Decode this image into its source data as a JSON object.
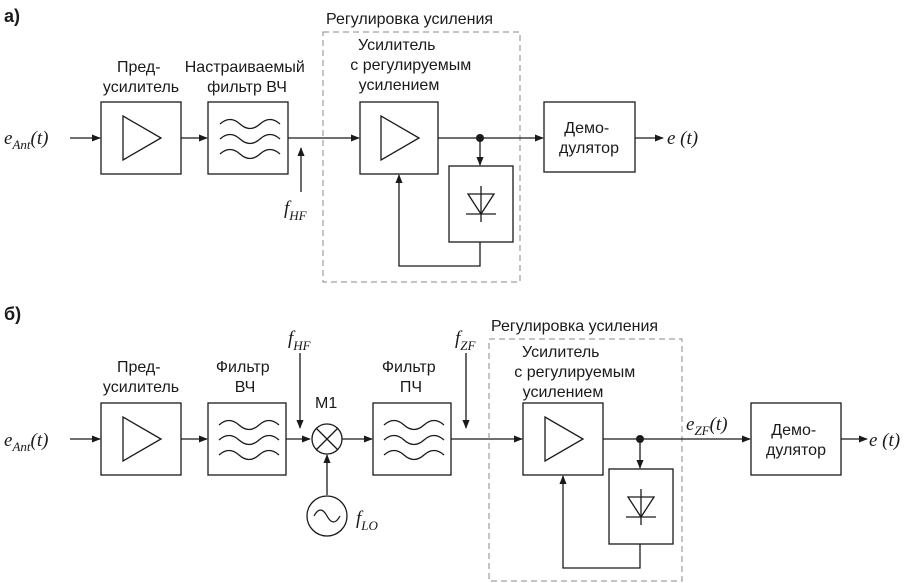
{
  "panel_a": {
    "label": "а)",
    "input": "e_Ant(t)",
    "output": "e (t)",
    "preamp": [
      "Пред-",
      "усилитель"
    ],
    "filter": [
      "Настраиваемый",
      "фильтр ВЧ"
    ],
    "gain_control": "Регулировка усиления",
    "vga": [
      "Усилитель",
      "с регулируемым",
      "усилением"
    ],
    "demod": [
      "Демо-",
      "дулятор"
    ],
    "f_tune": "f_HF"
  },
  "panel_b": {
    "label": "б)",
    "input": "e_Ant(t)",
    "output": "e (t)",
    "preamp": [
      "Пред-",
      "усилитель"
    ],
    "filter_hf": [
      "Фильтр",
      "ВЧ"
    ],
    "mixer": "М1",
    "filter_if": [
      "Фильтр",
      "ПЧ"
    ],
    "gain_control": "Регулировка усиления",
    "vga": [
      "Усилитель",
      "с регулируемым",
      "усилением"
    ],
    "demod": [
      "Демо-",
      "дулятор"
    ],
    "f_hf": "f_HF",
    "f_zf": "f_ZF",
    "f_lo": "f_LO",
    "e_zf": "e_ZF(t)"
  },
  "colors": {
    "ink": "#1a1a1a",
    "dashed": "#8a8a8a"
  },
  "icons": [
    "amplifier-icon",
    "filter-icon",
    "diode-icon",
    "mixer-icon",
    "oscillator-icon"
  ]
}
